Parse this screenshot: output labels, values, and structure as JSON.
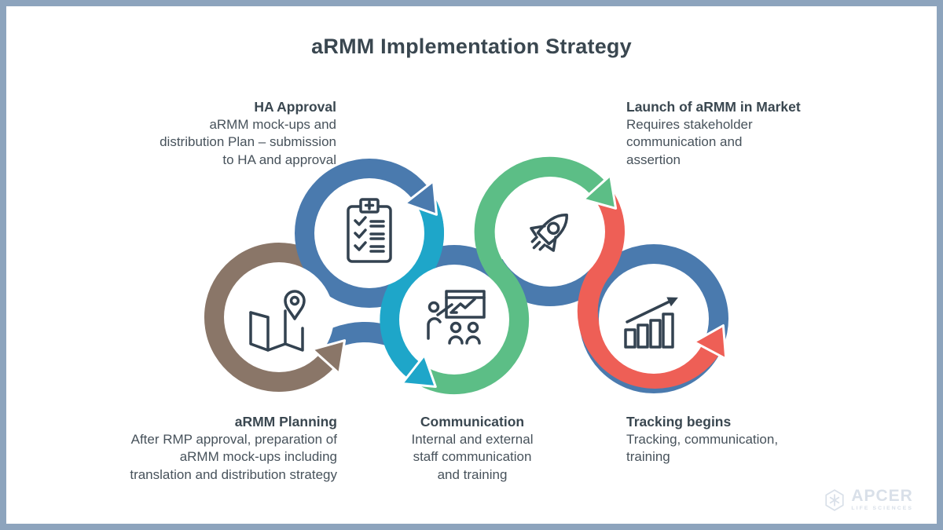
{
  "title": "aRMM Implementation Strategy",
  "steps": [
    {
      "id": "armm-planning",
      "heading": "aRMM Planning",
      "lines": [
        "After RMP approval, preparation of",
        "aRMM mock-ups including",
        "translation and distribution strategy"
      ],
      "icon": "map-location-icon",
      "color": "#8a7668"
    },
    {
      "id": "ha-approval",
      "heading": "HA Approval",
      "lines": [
        "aRMM mock-ups and",
        "distribution Plan – submission",
        "to HA and approval"
      ],
      "icon": "clipboard-checklist-icon",
      "color": "#4a7aae"
    },
    {
      "id": "communication",
      "heading": "Communication",
      "lines": [
        "Internal and external",
        "staff communication",
        "and training"
      ],
      "icon": "presentation-training-icon",
      "color": "#1ea6c9"
    },
    {
      "id": "launch",
      "heading": "Launch of aRMM in Market",
      "lines": [
        "Requires stakeholder",
        "communication and",
        "assertion"
      ],
      "icon": "rocket-launch-icon",
      "color": "#5cbe86"
    },
    {
      "id": "tracking",
      "heading": "Tracking begins",
      "lines": [
        "Tracking, communication,",
        "training"
      ],
      "icon": "growth-chart-icon",
      "color": "#ee5f56"
    }
  ],
  "logo": {
    "name": "APCER",
    "subtitle": "LIFE SCIENCES"
  },
  "colors": {
    "blue": "#4a7aae",
    "teal": "#1ea6c9",
    "green": "#5cbe86",
    "red": "#ee5f56",
    "brown": "#8a7668",
    "ink": "#334250",
    "heading": "#3a4750",
    "text": "#47525b",
    "border": "#8da4bd",
    "logo": "#d9e0e9"
  }
}
